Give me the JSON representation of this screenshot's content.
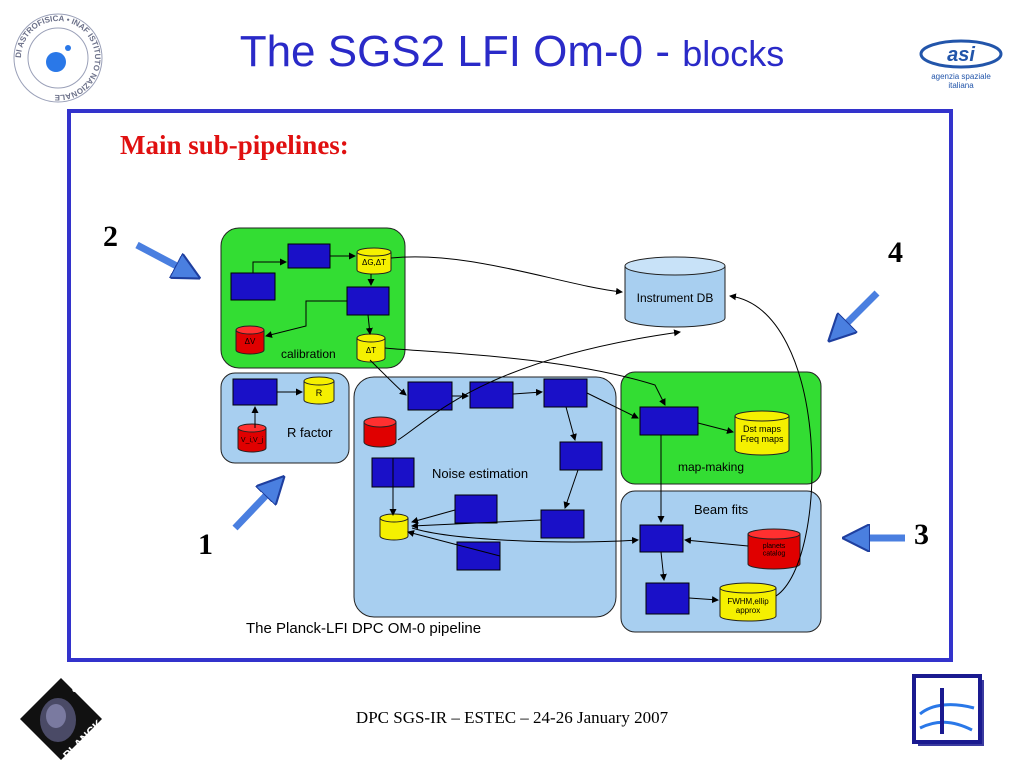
{
  "slide": {
    "title_main": "The SGS2 LFI Om-0 -",
    "title_sub": "blocks",
    "heading": "Main sub-pipelines:",
    "footer": "DPC SGS-IR – ESTEC – 24-26 January 2007"
  },
  "callouts": [
    "1",
    "2",
    "3",
    "4"
  ],
  "diagram": {
    "caption": "The Planck-LFI DPC OM-0 pipeline",
    "regions": {
      "calibration": "calibration",
      "rfactor": "R factor",
      "noise": "Noise estimation",
      "mapmaking": "map-making",
      "beamfits": "Beam fits"
    },
    "database": "Instrument DB",
    "nodes": {
      "g1": "ΔG,ΔT",
      "dt": "ΔT",
      "dv": "ΔV",
      "r": "R",
      "vv": "V_i,V_j",
      "calmaps": "Dst maps\nFreq maps",
      "beamdata": "planets\ncatalog",
      "fwhm": "FWHM,ellip\napprox"
    }
  },
  "logos": {
    "inaf_ring": "DI ASTROFISICA • INAF ISTITUTO NAZIONALE",
    "asi_text": "agenzia spaziale\nitaliana",
    "esa": "esa",
    "planck": "PLANCK"
  },
  "colors": {
    "title": "#2a2ac8",
    "frame": "#3333cc",
    "heading": "#e01010",
    "calibration_region": "#33dd33",
    "blue_region": "#a8cff0",
    "process_box": "#1a10c8",
    "yellow_cyl": "#f5f000",
    "red_cyl": "#e00000",
    "arrow": "#4a7fe0"
  }
}
